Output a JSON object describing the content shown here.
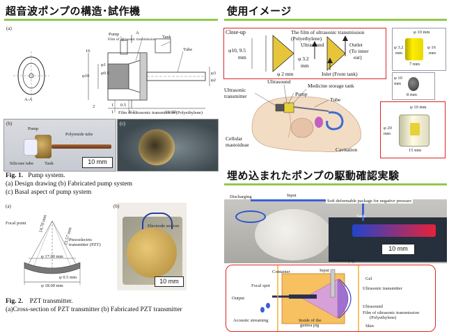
{
  "headings": {
    "structure": "超音波ポンプの構造･試作機",
    "usage": "使用イメージ",
    "implant": "埋め込まれたポンプの駆動確認実験"
  },
  "fig1": {
    "labels": {
      "a": "(a)",
      "b": "(b)",
      "c": "(c)",
      "aa": "A-A",
      "pump": "Pump",
      "film_ut": "Film of ultrasonic transmission",
      "a_mark": "A",
      "tank": "Tank",
      "tube": "Tube",
      "polyimide": "Polyimide tube",
      "silicone": "Silicone tube",
      "pump_b": "Pump",
      "tank_b": "Tank",
      "film_c": "Film of ultrasonic transmission (Polyethylene)",
      "dims": [
        "φ1",
        "φ0.5",
        "φ10",
        "φ3",
        "φ2",
        "1",
        "0.5",
        "1",
        "1.2",
        "16~56",
        "16",
        "2"
      ],
      "scale": "10 mm"
    },
    "caption": {
      "num": "Fig. 1.",
      "title": "Pump system.",
      "line2": "(a) Design drawing   (b) Fabricated pump system",
      "line3": "(c) Basal aspect of pump system"
    }
  },
  "fig2": {
    "labels": {
      "a": "(a)",
      "b": "(b)",
      "focal": "Focal point",
      "r1": "14.70 mm",
      "r2": "15.57 mm",
      "pzt": "Piezoelectric transmitter (PZT)",
      "d17": "φ 17.00 mm",
      "d05": "φ 0.5 mm",
      "d18": "φ 18.00 mm",
      "electrode": "Electrode section",
      "scale": "10 mm"
    },
    "caption": {
      "num": "Fig. 2.",
      "title": "PZT transmitter.",
      "line2": "(a)Cross-section of PZT transmitter (b) Fabricated PZT transmitter"
    }
  },
  "usage": {
    "closeup": "Close-up",
    "film": "The film of ultrasonic transmission",
    "film2": "(Polyethylene)",
    "ultrasound": "Ultrasound",
    "outlet": "Outlet",
    "outlet2": "(To inner",
    "outlet3": "ear)",
    "inlet": "Inlet (From tank)",
    "d10": "φ10, 9.5",
    "d10b": "mm",
    "d32": "φ 3.2",
    "d32b": "mm",
    "d2": "φ 2 mm",
    "ultrasound2": "Ultrasound",
    "transmitter": "Ultrasonic",
    "transmitter2": "transmitter",
    "med": "Medicine storage tank",
    "pump": "Pump",
    "tube": "Tube",
    "cellular": "Cellular",
    "mastoideae": "mastoideae",
    "cavitation": "Cavitation",
    "p_d10": "φ 10 mm",
    "p_d32": "φ 3.2",
    "p_d32b": "mm",
    "p_d16": "φ 16",
    "p_d16b": "mm",
    "p_7": "7 mm",
    "p_d10b": "φ 10",
    "p_d10c": "mm",
    "p_8": "8 mm",
    "t_d10": "φ 10 mm",
    "t_d20": "φ 20",
    "t_d20b": "mm",
    "t_15": "15 mm"
  },
  "implant": {
    "discharging": "Discharging",
    "input": "Input",
    "soft_pkg": "Soft deformable package for negative pressure",
    "tank": "Tank",
    "guinea": "Guinea pig",
    "scale": "10 mm",
    "container": "Container",
    "input2": "Input",
    "gel": "Gel",
    "focal": "Focal spot",
    "ut": "Ultrasonic transmitter",
    "output": "Output",
    "ultrasound": "Ultrasound",
    "film": "Film of ultrasonic transmission",
    "film2": "(Polyethylene)",
    "streaming": "Acoustic streaming",
    "inside": "Inside of the",
    "inside2": "guinea pig",
    "skin": "Skin"
  }
}
